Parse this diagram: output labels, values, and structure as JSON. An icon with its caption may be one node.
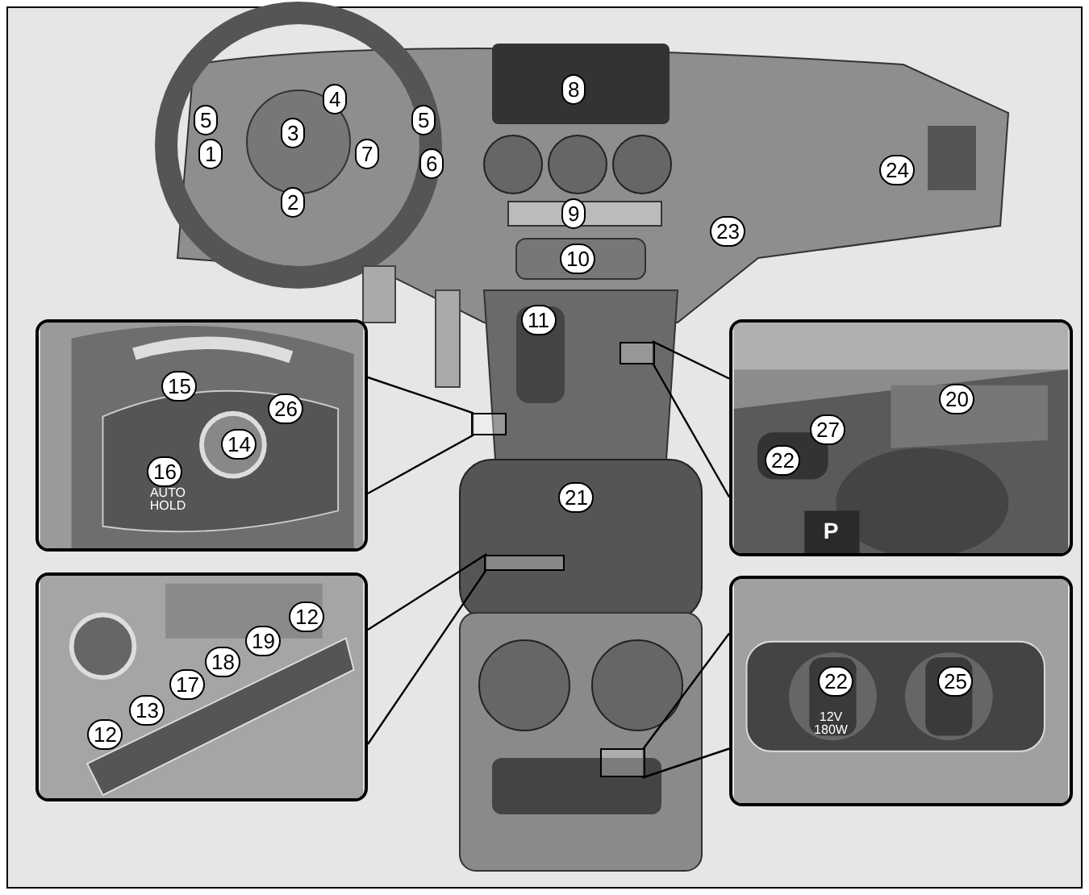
{
  "diagram": {
    "nodes": [
      {
        "text": [
          "15",
          "26",
          "14",
          "16",
          "AUTO HOLD"
        ]
      },
      {
        "text": [
          "20",
          "27",
          "22",
          "P"
        ]
      },
      {
        "text": [
          "12",
          "19",
          "18",
          "17",
          "13",
          "12"
        ]
      },
      {
        "text": [
          "22",
          "25",
          "12V 180W"
        ]
      },
      {
        "text": [],
        "shape": "box"
      },
      {
        "text": [],
        "shape": "box"
      },
      {
        "text": [],
        "shape": "box"
      },
      {
        "text": [],
        "shape": "box"
      }
    ],
    "edges": [
      {
        "from": 0,
        "to": 4,
        "arrow": "none"
      },
      {
        "from": 1,
        "to": 5,
        "arrow": "none"
      },
      {
        "from": 2,
        "to": 6,
        "arrow": "none"
      },
      {
        "from": 3,
        "to": 7,
        "arrow": "none"
      }
    ],
    "labels": [
      "8",
      "4",
      "5",
      "3",
      "5",
      "1",
      "7",
      "6",
      "2",
      "24",
      "9",
      "23",
      "10",
      "11",
      "21"
    ]
  }
}
